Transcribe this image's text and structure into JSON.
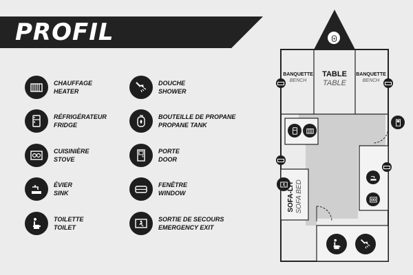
{
  "header": {
    "title": "PROFIL"
  },
  "legend": [
    {
      "icon": "heater-icon",
      "fr": "CHAUFFAGE",
      "en": "HEATER"
    },
    {
      "icon": "fridge-icon",
      "fr": "RÉFRIGÉRATEUR",
      "en": "FRIDGE"
    },
    {
      "icon": "stove-icon",
      "fr": "CUISINIÈRE",
      "en": "STOVE"
    },
    {
      "icon": "sink-icon",
      "fr": "ÉVIER",
      "en": "SINK"
    },
    {
      "icon": "toilet-icon",
      "fr": "TOILETTE",
      "en": "TOILET"
    },
    {
      "icon": "shower-icon",
      "fr": "DOUCHE",
      "en": "SHOWER"
    },
    {
      "icon": "propane-tank-icon",
      "fr": "BOUTEILLE DE PROPANE",
      "en": "PROPANE TANK"
    },
    {
      "icon": "door-icon",
      "fr": "PORTE",
      "en": "DOOR"
    },
    {
      "icon": "window-icon",
      "fr": "FENÊTRE",
      "en": "WINDOW"
    },
    {
      "icon": "emergency-exit-icon",
      "fr": "SORTIE DE SECOURS",
      "en": "EMERGENCY EXIT"
    }
  ],
  "plan": {
    "bench_left": {
      "fr": "BANQUETTE",
      "en": "BENCH"
    },
    "table": {
      "fr": "TABLE",
      "en": "TABLE"
    },
    "bench_right": {
      "fr": "BANQUETTE",
      "en": "BENCH"
    },
    "sofa": {
      "fr": "SOFA-LIT",
      "en": "SOFA BED"
    }
  },
  "colors": {
    "icon_bg": "#1e1e1e",
    "banner": "#222222",
    "floor_shade": "#cfcfcf"
  }
}
